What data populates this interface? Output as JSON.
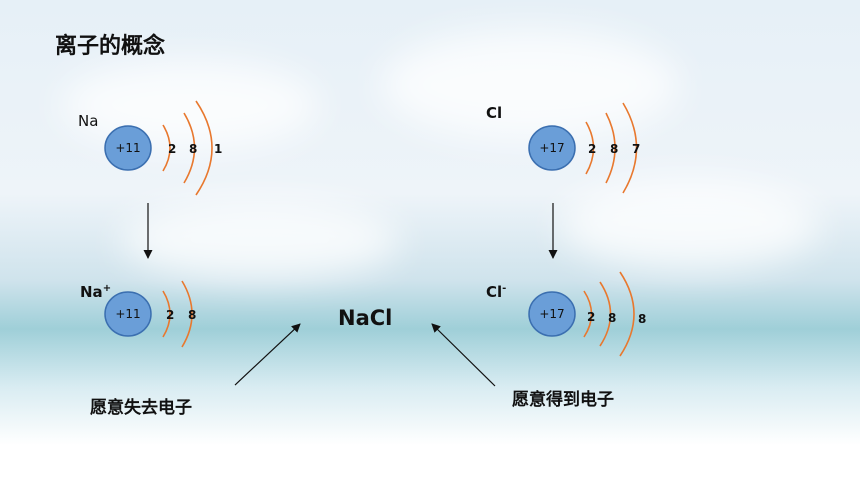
{
  "title": "离子的概念",
  "atoms": {
    "na": {
      "symbol": "Na",
      "nucleus": "+11",
      "shells": [
        "2",
        "8",
        "1"
      ]
    },
    "na_ion": {
      "symbol": "Na",
      "charge": "+",
      "nucleus": "+11",
      "shells": [
        "2",
        "8"
      ]
    },
    "cl": {
      "symbol": "Cl",
      "nucleus": "+17",
      "shells": [
        "2",
        "8",
        "7"
      ]
    },
    "cl_ion": {
      "symbol": "Cl",
      "charge": "-",
      "nucleus": "+17",
      "shells": [
        "2",
        "8",
        "8"
      ]
    }
  },
  "product": "NaCl",
  "hints": {
    "left": "愿意失去电子",
    "right": "愿意得到电子"
  },
  "colors": {
    "nucleus_fill": "#6a9ed8",
    "nucleus_stroke": "#3b6fb0",
    "shell": "#e8782e"
  }
}
